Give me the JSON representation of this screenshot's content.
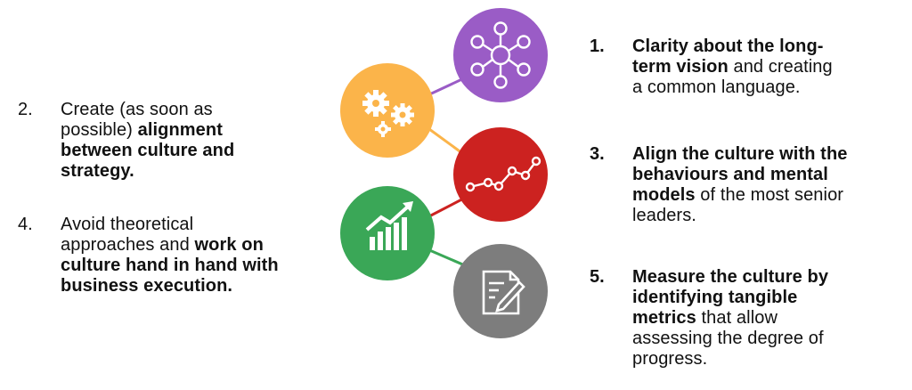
{
  "items": {
    "i1": {
      "num": "1.",
      "lines": [
        [
          {
            "t": "Clarity about the long-",
            "b": true
          }
        ],
        [
          {
            "t": "term vision",
            "b": true
          },
          {
            "t": " and creating",
            "b": false
          }
        ],
        [
          {
            "t": "a common language.",
            "b": false
          }
        ]
      ]
    },
    "i2": {
      "num": "2.",
      "lines": [
        [
          {
            "t": "Create (as soon as",
            "b": false
          }
        ],
        [
          {
            "t": "possible) ",
            "b": false
          },
          {
            "t": "alignment",
            "b": true
          }
        ],
        [
          {
            "t": "between culture and",
            "b": true
          }
        ],
        [
          {
            "t": "strategy.",
            "b": true
          }
        ]
      ]
    },
    "i3": {
      "num": "3.",
      "lines": [
        [
          {
            "t": "Align the culture with the",
            "b": true
          }
        ],
        [
          {
            "t": "behaviours and mental",
            "b": true
          }
        ],
        [
          {
            "t": "models",
            "b": true
          },
          {
            "t": " of the most senior",
            "b": false
          }
        ],
        [
          {
            "t": "leaders.",
            "b": false
          }
        ]
      ]
    },
    "i4": {
      "num": "4.",
      "lines": [
        [
          {
            "t": "Avoid theoretical",
            "b": false
          }
        ],
        [
          {
            "t": "approaches and ",
            "b": false
          },
          {
            "t": "work on",
            "b": true
          }
        ],
        [
          {
            "t": "culture hand in hand with",
            "b": true
          }
        ],
        [
          {
            "t": "business execution.",
            "b": true
          }
        ]
      ]
    },
    "i5": {
      "num": "5.",
      "lines": [
        [
          {
            "t": "Measure the culture by",
            "b": true
          }
        ],
        [
          {
            "t": "identifying tangible",
            "b": true
          }
        ],
        [
          {
            "t": "metrics",
            "b": true
          },
          {
            "t": " that allow",
            "b": false
          }
        ],
        [
          {
            "t": "assessing the degree of",
            "b": false
          }
        ],
        [
          {
            "t": "progress.",
            "b": false
          }
        ]
      ]
    }
  },
  "circles": {
    "network": {
      "icon": "network-icon",
      "color": "#9a5cc6"
    },
    "gears": {
      "icon": "gears-icon",
      "color": "#fbb44a"
    },
    "trend": {
      "icon": "line-chart-icon",
      "color": "#cc2220"
    },
    "growth": {
      "icon": "growth-chart-icon",
      "color": "#3aa757"
    },
    "document": {
      "icon": "document-edit-icon",
      "color": "#7d7d7d"
    }
  }
}
